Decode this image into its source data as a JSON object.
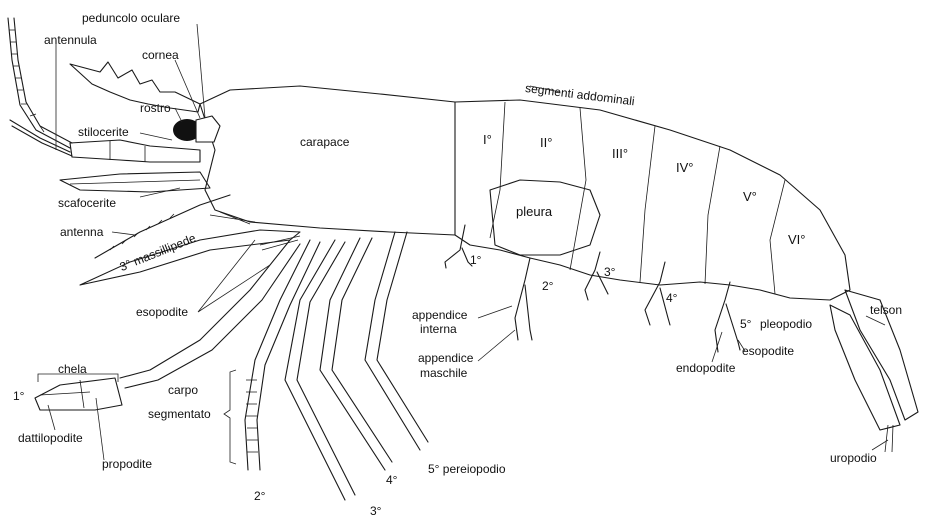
{
  "labels": {
    "peduncolo_oculare": "peduncolo oculare",
    "antennula": "antennula",
    "cornea": "cornea",
    "rostro": "rostro",
    "stilocerite": "stilocerite",
    "carapace": "carapace",
    "segmenti_addominali": "segmenti addominali",
    "scafocerite": "scafocerite",
    "antenna": "antenna",
    "massillipede": "3° massillipede",
    "esopodite_front": "esopodite",
    "chela": "chela",
    "first_chela": "1°",
    "dattilopodite": "dattilopodite",
    "propodite": "propodite",
    "carpo": "carpo",
    "segmentato": "segmentato",
    "seg_1": "I°",
    "seg_2": "II°",
    "seg_3": "III°",
    "seg_4": "IV°",
    "seg_5": "V°",
    "seg_6": "VI°",
    "pleura": "pleura",
    "pleopod_1": "1°",
    "pleopod_2": "2°",
    "pleopod_3": "3°",
    "pleopod_4": "4°",
    "pleopod_5": "5°",
    "pleopodio": "pleopodio",
    "appendice_interna_1": "appendice",
    "appendice_interna_2": "interna",
    "appendice_maschile_1": "appendice",
    "appendice_maschile_2": "maschile",
    "endopodite": "endopodite",
    "esopodite_rear": "esopodite",
    "telson": "telson",
    "uropodio": "uropodio",
    "leg_2": "2°",
    "leg_3": "3°",
    "leg_4": "4°",
    "pereiopodio_5": "5° pereiopodio"
  }
}
